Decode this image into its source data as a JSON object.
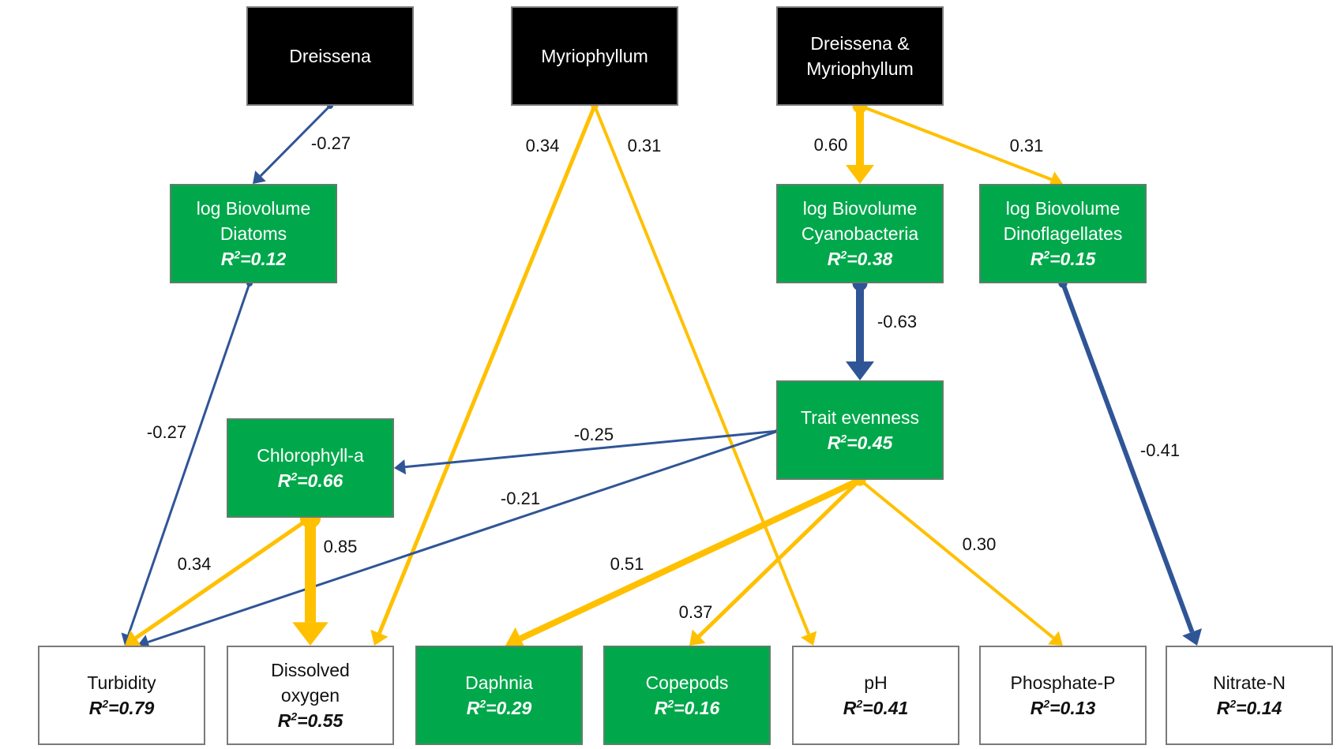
{
  "nodes": {
    "dreissena": {
      "lines": [
        "Dreissena"
      ],
      "r2": ""
    },
    "myriophyllum": {
      "lines": [
        "Myriophyllum"
      ],
      "r2": ""
    },
    "dreissena_myriophyllum": {
      "lines": [
        "Dreissena &",
        "Myriophyllum"
      ],
      "r2": ""
    },
    "diatoms": {
      "lines": [
        "log Biovolume",
        "Diatoms"
      ],
      "r2": "0.12"
    },
    "cyanobacteria": {
      "lines": [
        "log Biovolume",
        "Cyanobacteria"
      ],
      "r2": "0.38"
    },
    "dinoflagellates": {
      "lines": [
        "log Biovolume",
        "Dinoflagellates"
      ],
      "r2": "0.15"
    },
    "trait_evenness": {
      "lines": [
        "Trait evenness"
      ],
      "r2": "0.45"
    },
    "chlorophyll": {
      "lines": [
        "Chlorophyll-a"
      ],
      "r2": "0.66"
    },
    "turbidity": {
      "lines": [
        "Turbidity"
      ],
      "r2": "0.79"
    },
    "dissolved_oxygen": {
      "lines": [
        "Dissolved",
        "oxygen"
      ],
      "r2": "0.55"
    },
    "daphnia": {
      "lines": [
        "Daphnia"
      ],
      "r2": "0.29"
    },
    "copepods": {
      "lines": [
        "Copepods"
      ],
      "r2": "0.16"
    },
    "ph": {
      "lines": [
        "pH"
      ],
      "r2": "0.41"
    },
    "phosphate": {
      "lines": [
        "Phosphate-P"
      ],
      "r2": "0.13"
    },
    "nitrate": {
      "lines": [
        "Nitrate-N"
      ],
      "r2": "0.14"
    }
  },
  "r2_prefix": "R",
  "r2_sup": "2",
  "edges": [
    {
      "from": "dreissena",
      "to": "diatoms",
      "coef": "-0.27",
      "sign": "negative"
    },
    {
      "from": "myriophyllum",
      "to": "dissolved_oxygen",
      "coef": "0.34",
      "sign": "positive"
    },
    {
      "from": "myriophyllum",
      "to": "ph",
      "coef": "0.31",
      "sign": "positive"
    },
    {
      "from": "dreissena_myriophyllum",
      "to": "cyanobacteria",
      "coef": "0.60",
      "sign": "positive"
    },
    {
      "from": "dreissena_myriophyllum",
      "to": "dinoflagellates",
      "coef": "0.31",
      "sign": "positive"
    },
    {
      "from": "diatoms",
      "to": "turbidity",
      "coef": "-0.27",
      "sign": "negative"
    },
    {
      "from": "cyanobacteria",
      "to": "trait_evenness",
      "coef": "-0.63",
      "sign": "negative"
    },
    {
      "from": "dinoflagellates",
      "to": "nitrate",
      "coef": "-0.41",
      "sign": "negative"
    },
    {
      "from": "trait_evenness",
      "to": "chlorophyll",
      "coef": "-0.25",
      "sign": "negative"
    },
    {
      "from": "trait_evenness",
      "to": "turbidity",
      "coef": "-0.21",
      "sign": "negative"
    },
    {
      "from": "trait_evenness",
      "to": "daphnia",
      "coef": "0.51",
      "sign": "positive"
    },
    {
      "from": "trait_evenness",
      "to": "copepods",
      "coef": "0.37",
      "sign": "positive"
    },
    {
      "from": "trait_evenness",
      "to": "phosphate",
      "coef": "0.30",
      "sign": "positive"
    },
    {
      "from": "chlorophyll",
      "to": "turbidity",
      "coef": "0.34",
      "sign": "positive"
    },
    {
      "from": "chlorophyll",
      "to": "dissolved_oxygen",
      "coef": "0.85",
      "sign": "positive"
    }
  ],
  "colors": {
    "positive": "#ffc000",
    "negative": "#2f5597",
    "exogenous_fill": "#000000",
    "biotic_fill": "#00a84b",
    "abiotic_fill": "#ffffff"
  }
}
